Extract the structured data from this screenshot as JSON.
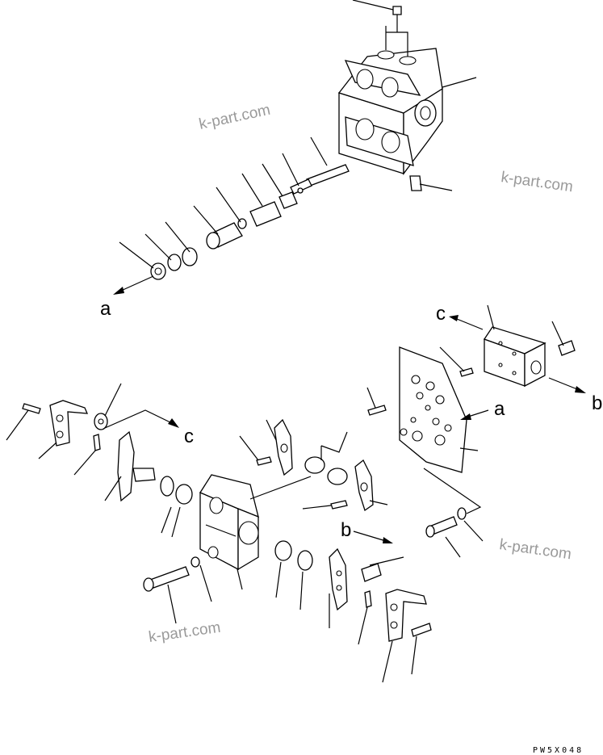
{
  "callouts": {
    "a_left": "a",
    "a_right": "a",
    "b_right": "b",
    "b_mid": "b",
    "c_top": "c",
    "c_left": "c"
  },
  "watermark": "k-part.com",
  "drawing_code": "PW5X048"
}
